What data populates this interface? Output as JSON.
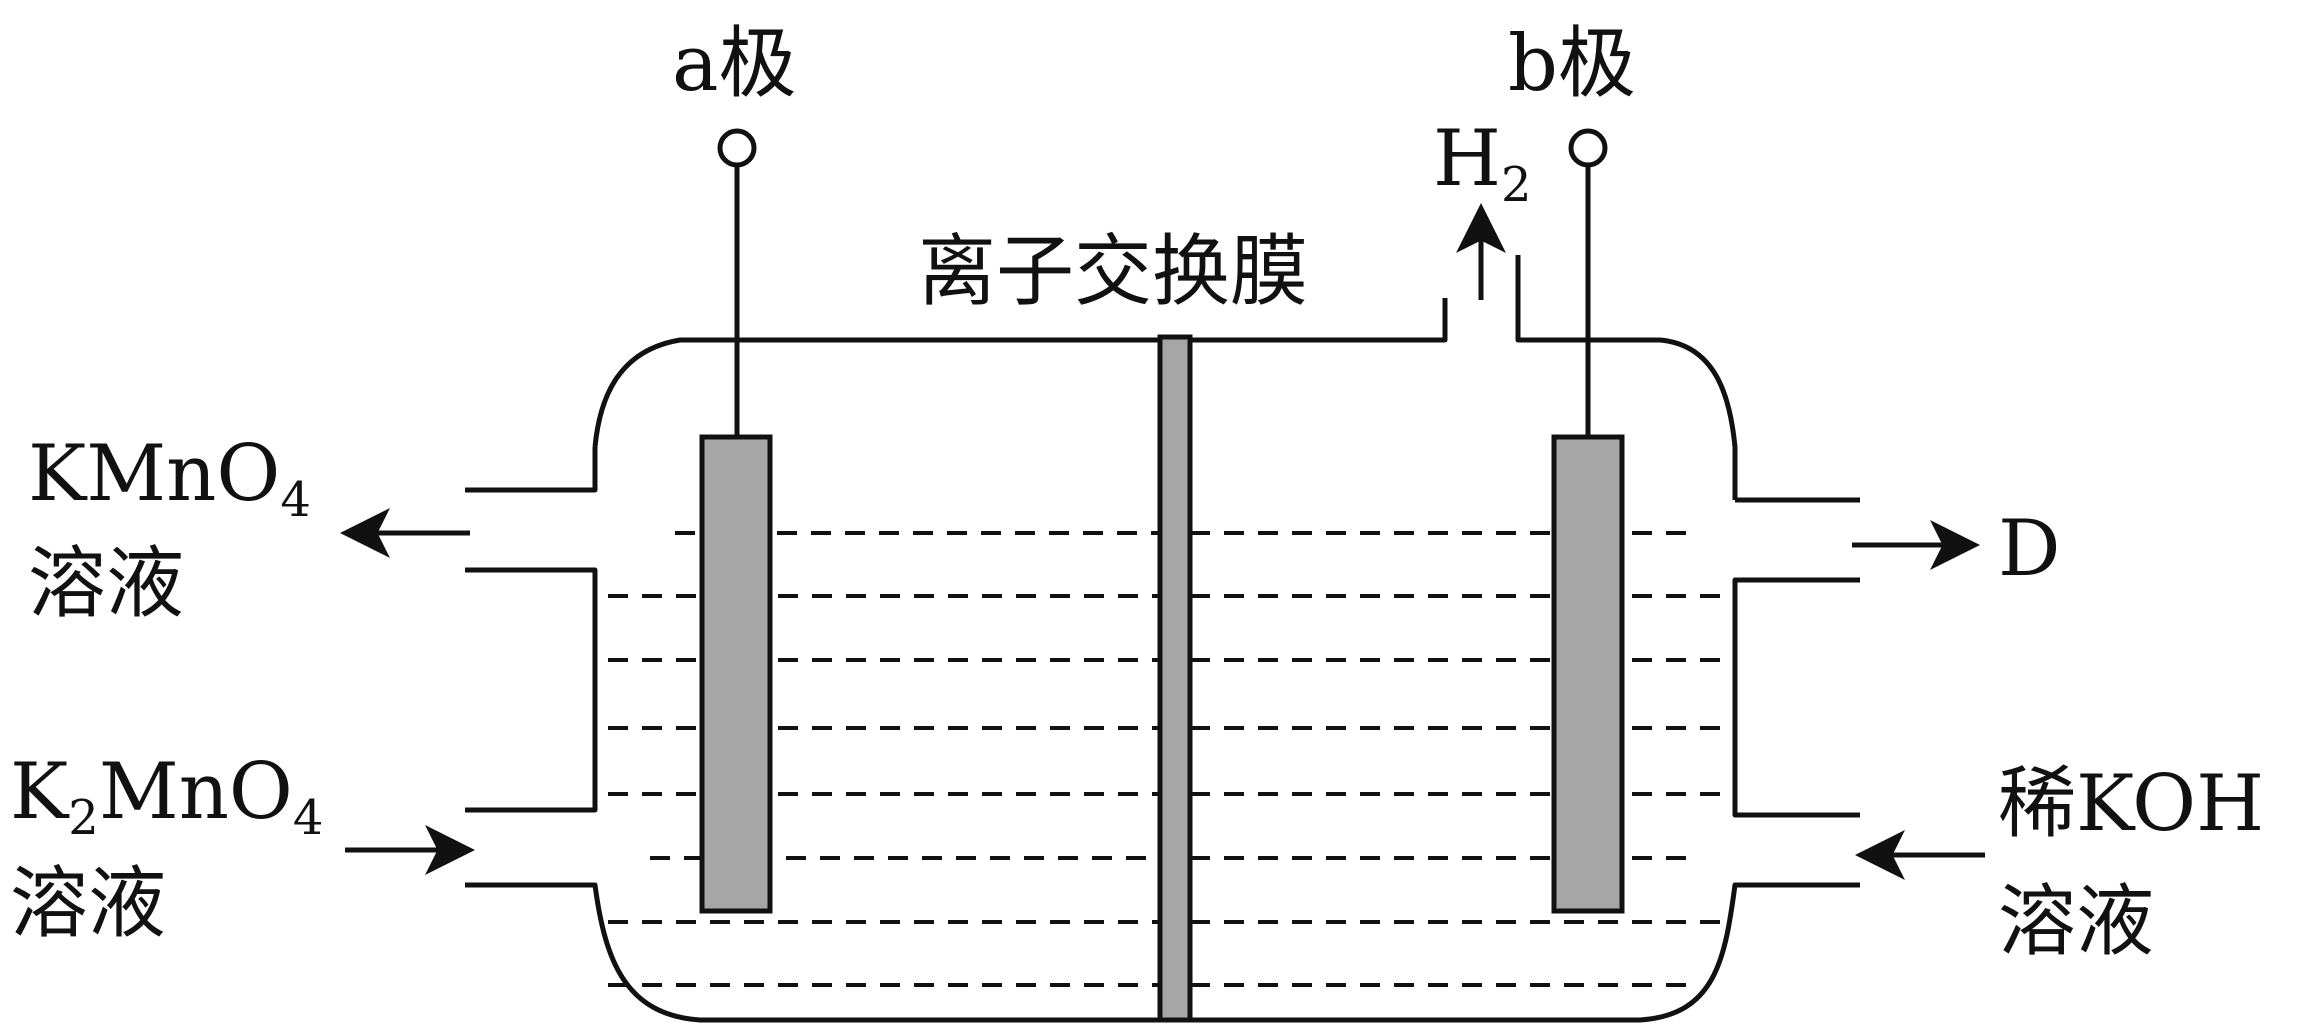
{
  "labels": {
    "electrode_a": "a极",
    "electrode_b": "b极",
    "membrane": "离子交换膜",
    "h2_main": "H",
    "h2_sub": "2",
    "kmno4_out_main": "KMnO",
    "kmno4_out_sub": "4",
    "kmno4_out_line2": "溶液",
    "k2mno4_in_k": "K",
    "k2mno4_in_sub1": "2",
    "k2mno4_in_mid": "MnO",
    "k2mno4_in_sub2": "4",
    "k2mno4_in_line2": "溶液",
    "d_out": "D",
    "koh_in_line1": "稀KOH",
    "koh_in_line2": "溶液"
  },
  "colors": {
    "stroke": "#111111",
    "electrode_fill": "#a6a6a6",
    "membrane_fill": "#a6a6a6"
  }
}
